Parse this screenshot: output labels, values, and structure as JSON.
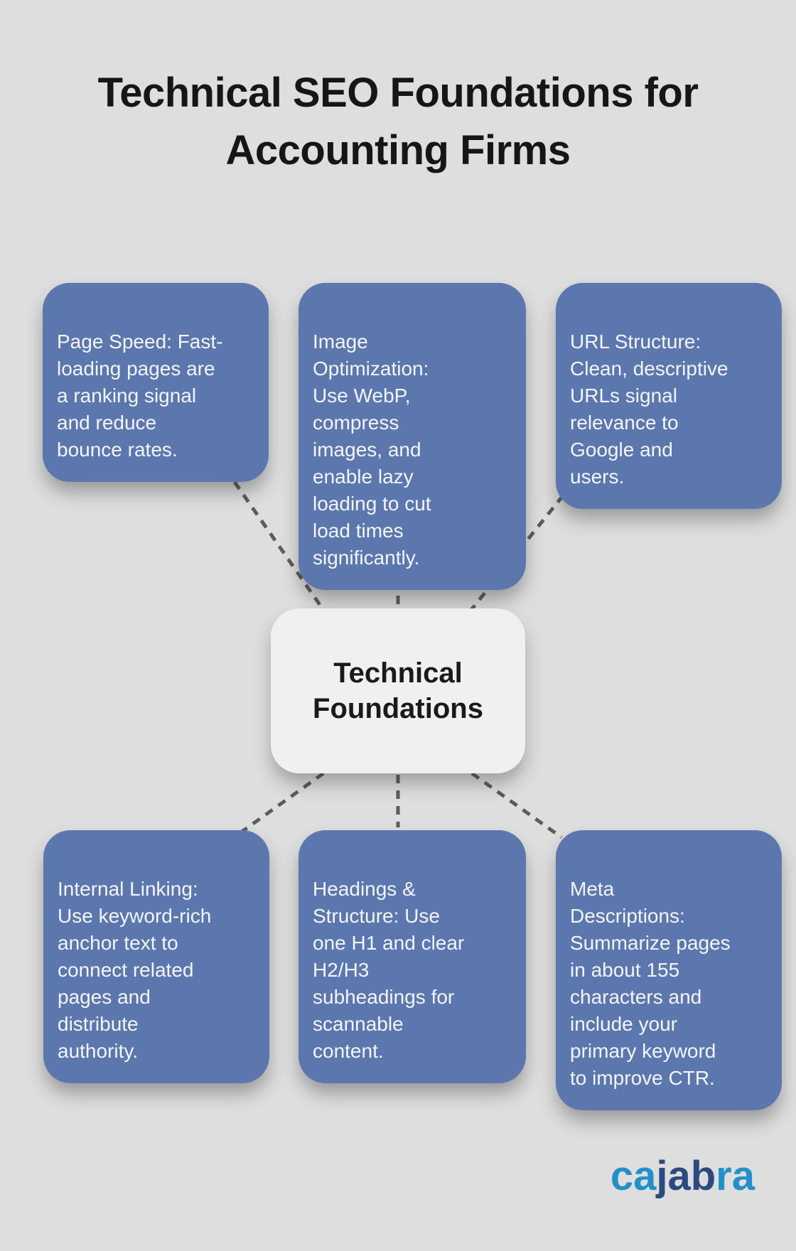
{
  "title": "Technical SEO Foundations for Accounting Firms",
  "center": {
    "label": "Technical\nFoundations"
  },
  "nodes": [
    {
      "id": "page-speed",
      "text": "Page Speed: Fast-\nloading pages are\na ranking signal\nand reduce\nbounce rates."
    },
    {
      "id": "image-optimization",
      "text": "Image\nOptimization:\nUse WebP,\ncompress\nimages, and\nenable lazy\nloading to cut\nload times\nsignificantly."
    },
    {
      "id": "url-structure",
      "text": "URL Structure:\nClean, descriptive\nURLs signal\nrelevance to\nGoogle and\nusers."
    },
    {
      "id": "internal-linking",
      "text": "Internal Linking:\nUse keyword-rich\nanchor text to\nconnect related\npages and\ndistribute\nauthority."
    },
    {
      "id": "headings-structure",
      "text": "Headings &\nStructure: Use\none H1 and clear\nH2/H3\nsubheadings for\nscannable\ncontent."
    },
    {
      "id": "meta-descriptions",
      "text": "Meta\nDescriptions:\nSummarize pages\nin about 155\ncharacters and\ninclude your\nprimary keyword\nto improve CTR."
    }
  ],
  "logo": {
    "name": "cajabra",
    "segments": [
      {
        "text": "ca",
        "style": "color:#2390c9"
      },
      {
        "text": "jab",
        "style": "color:#2a4a80"
      },
      {
        "text": "ra",
        "style": "color:#2390c9"
      }
    ]
  },
  "colors": {
    "background": "#dedede",
    "node_fill": "#5c77ad",
    "node_text": "#f4f5f7",
    "center_fill": "#eff0f2",
    "center_text": "#1a1a1a",
    "connector": "#5c5c5c",
    "title_text": "#161616",
    "logo_light_blue": "#2390c9",
    "logo_dark_blue": "#2a4a80"
  }
}
